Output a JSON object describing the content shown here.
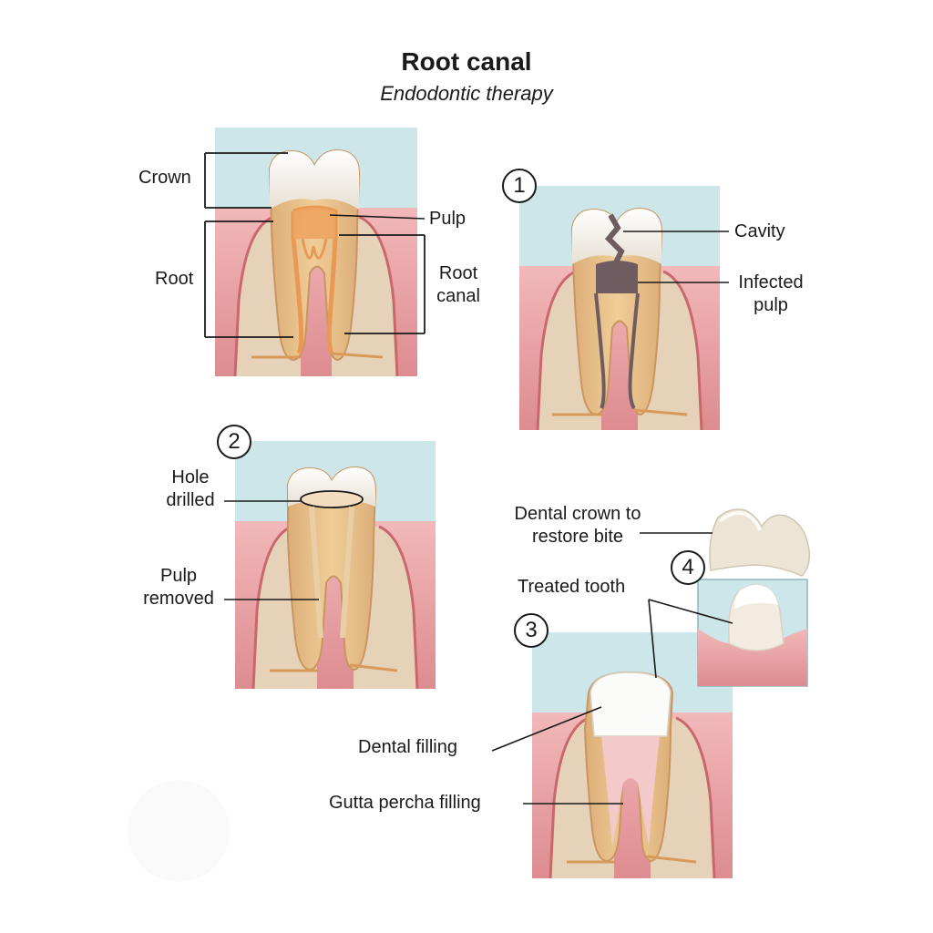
{
  "header": {
    "title": "Root canal",
    "subtitle": "Endodontic therapy"
  },
  "anatomy_panel": {
    "labels": {
      "crown": "Crown",
      "root": "Root",
      "pulp": "Pulp",
      "root_canal_line1": "Root",
      "root_canal_line2": "canal"
    }
  },
  "step1": {
    "number": "1",
    "labels": {
      "cavity": "Cavity",
      "infected_pulp_line1": "Infected",
      "infected_pulp_line2": "pulp"
    }
  },
  "step2": {
    "number": "2",
    "labels": {
      "hole_line1": "Hole",
      "hole_line2": "drilled",
      "pulp_removed_line1": "Pulp",
      "pulp_removed_line2": "removed"
    }
  },
  "step3": {
    "number": "3",
    "labels": {
      "treated_tooth": "Treated tooth",
      "dental_filling": "Dental filling",
      "gutta_percha": "Gutta percha filling"
    }
  },
  "step4": {
    "number": "4",
    "labels": {
      "crown_line1": "Dental crown to",
      "crown_line2": "restore bite"
    }
  },
  "colors": {
    "sky": "#cde6ea",
    "gum": "#e8a3a5",
    "gum_dark": "#c9676d",
    "bone": "#e6d2b8",
    "dentin": "#e8c08a",
    "enamel": "#f7f4ee",
    "pulp": "#e89a55",
    "infected": "#6f5c60",
    "filling_pink": "#f3c9c9"
  }
}
